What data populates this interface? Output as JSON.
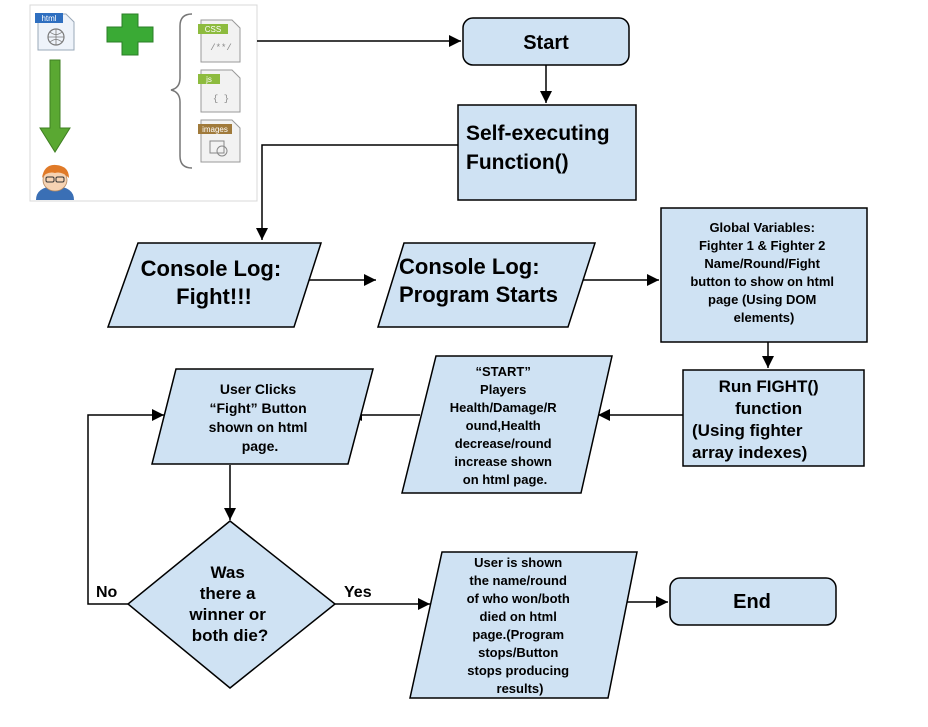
{
  "nodes": {
    "start": "Start",
    "self_exec": [
      "Self-executing",
      "Function()"
    ],
    "console_fight": [
      "Console Log:",
      "Fight!!!"
    ],
    "console_start": [
      "Console Log:",
      "Program Starts"
    ],
    "globals": [
      "Global Variables:",
      "Fighter 1 & Fighter 2",
      "Name/Round/Fight",
      "button to show on html",
      "page  (Using DOM",
      "elements)"
    ],
    "run_fight": [
      "Run FIGHT()",
      "function",
      "(Using fighter",
      "array indexes)"
    ],
    "start_players": [
      "“START”",
      "Players",
      "Health/Damage/R",
      "ound,Health",
      "decrease/round",
      "increase shown",
      "on html page."
    ],
    "user_clicks": [
      "User Clicks",
      "“Fight” Button",
      "shown on html",
      "page."
    ],
    "decision": [
      "Was",
      "there a",
      "winner or",
      "both die?"
    ],
    "result": [
      "User is shown",
      "the name/round",
      "of who won/both",
      "died on html",
      "page.(Program",
      "stops/Button",
      "stops producing",
      "results)"
    ],
    "end": "End"
  },
  "edges": {
    "yes": "Yes",
    "no": "No"
  },
  "icons": {
    "html_file": "html",
    "css_file": "CSS",
    "css_glyph": "/**/",
    "js_file": "js",
    "js_glyph": "{ }",
    "images_folder": "images"
  },
  "colors": {
    "shape_fill": "#cfe2f3",
    "stroke": "#000000",
    "plus": "#3aaa35",
    "arrow_down": "#5aa832"
  }
}
